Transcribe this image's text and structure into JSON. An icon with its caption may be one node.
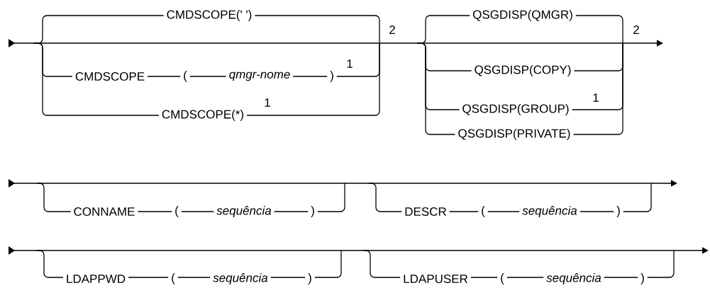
{
  "diagram": {
    "labels": [
      "CMDSCOPE(' ')",
      "QSGDISP(QMGR)",
      "2",
      "2",
      "CMDSCOPE",
      "(",
      "qmgr-nome",
      ")",
      "1",
      "QSGDISP(COPY)",
      "1",
      "1",
      "CMDSCOPE(*)",
      "QSGDISP(GROUP)",
      "QSGDISP(PRIVATE)",
      "CONNAME",
      "(",
      "sequência",
      ")",
      "DESCR",
      "(",
      "sequência",
      ")",
      "LDAPPWD",
      "(",
      "sequência",
      ")",
      "LDAPUSER",
      "(",
      "sequência",
      ")"
    ]
  }
}
